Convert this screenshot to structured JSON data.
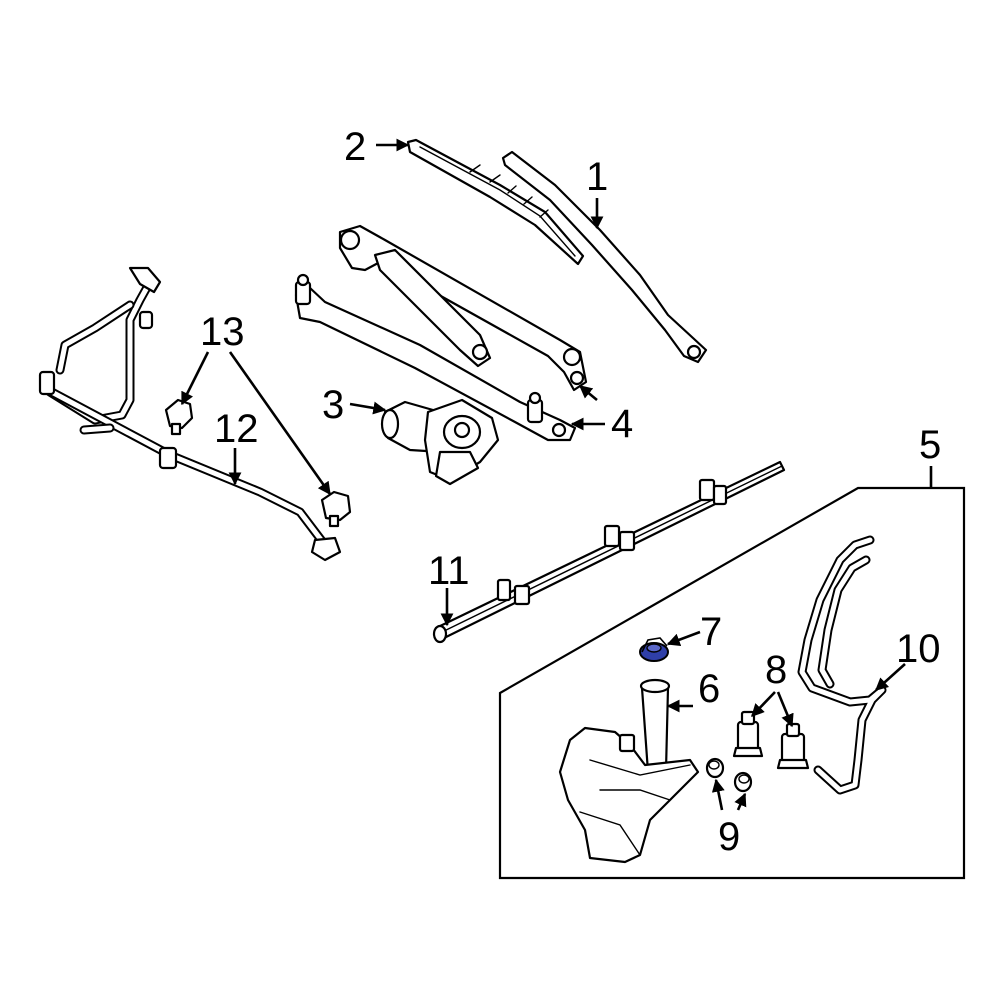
{
  "callouts": [
    {
      "id": "1",
      "label": "1"
    },
    {
      "id": "2",
      "label": "2"
    },
    {
      "id": "3",
      "label": "3"
    },
    {
      "id": "4",
      "label": "4"
    },
    {
      "id": "5",
      "label": "5"
    },
    {
      "id": "6",
      "label": "6"
    },
    {
      "id": "7",
      "label": "7"
    },
    {
      "id": "8",
      "label": "8"
    },
    {
      "id": "9",
      "label": "9"
    },
    {
      "id": "10",
      "label": "10"
    },
    {
      "id": "11",
      "label": "11"
    },
    {
      "id": "12",
      "label": "12"
    },
    {
      "id": "13",
      "label": "13"
    }
  ],
  "colors": {
    "highlight": "#2f3fa8",
    "line": "#000000",
    "background": "#ffffff"
  }
}
